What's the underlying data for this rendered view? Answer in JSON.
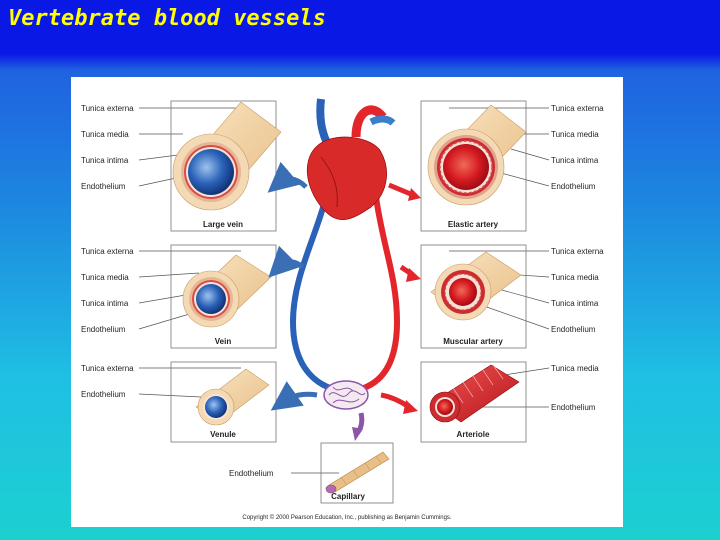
{
  "slide": {
    "title": "Vertebrate blood vessels"
  },
  "figure": {
    "panels": {
      "large_vein": "Large vein",
      "vein": "Vein",
      "venule": "Venule",
      "elastic_artery": "Elastic artery",
      "muscular_artery": "Muscular artery",
      "arteriole": "Arteriole",
      "capillary": "Capillary"
    },
    "labels": {
      "tunica_externa": "Tunica externa",
      "tunica_media": "Tunica media",
      "tunica_intima": "Tunica intima",
      "endothelium": "Endothelium"
    },
    "copyright": "Copyright © 2000 Pearson Education, Inc., publishing as Benjamin Cummings.",
    "colors": {
      "vein_blue": "#2a62b8",
      "artery_red": "#e2262b",
      "vessel_tan": "#f2d4a8",
      "title_yellow": "#ffff00",
      "header_blue": "#0a18e6"
    }
  }
}
